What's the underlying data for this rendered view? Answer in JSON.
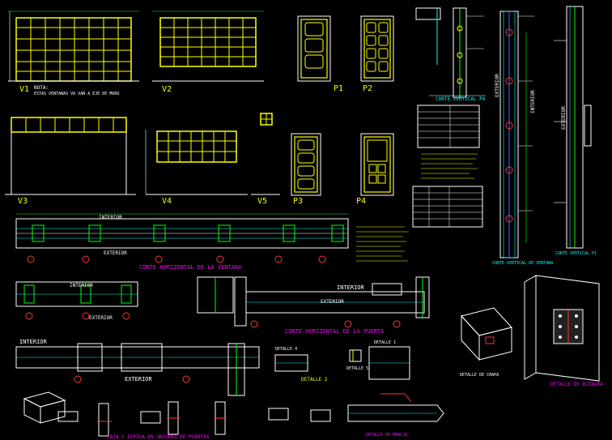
{
  "labels": {
    "v1": "V1",
    "v2": "V2",
    "v3": "V3",
    "v4": "V4",
    "v5": "V5",
    "p1": "P1",
    "p2": "P2",
    "p3": "P3",
    "p4": "P4",
    "nota": "NOTA:",
    "nota_text": "ESTAS VENTANAS VA VAN A EJE DE MURO",
    "interior": "INTERIOR",
    "exterior": "EXTERIOR",
    "corte_horizontal_ventana": "CORTE HORIZONTAL DE LA VENTANA",
    "corte_horizontal_puerta": "CORTE HORIZONTAL DE LA PUERTA",
    "corte_vertical_p4": "CORTE VERTICAL P4",
    "corte_vertical_ventana": "CORTE VERTICAL DE VENTANA",
    "corte_vertical_p1": "CORTE VERTICAL P1",
    "detalle_bisagra": "DETALLE DE BISAGRA",
    "detalle_1": "DETALLE 1",
    "detalle_2": "DETALLE 2",
    "detalle_4": "DETALLE 4",
    "detalle_5": "DETALLE 5",
    "detalle_manija": "DETALLE DE MANIJA",
    "caja_espiga": "CAJA Y ESPIGA EN UNIONES DE PUERTAS",
    "detalle_chapa": "DETALLE DE CHAPA"
  },
  "colors": {
    "background": "#000000",
    "frame": "#ffff00",
    "line": "#ffffff",
    "accent_cyan": "#00ffff",
    "accent_green": "#00ff00",
    "accent_red": "#ff3333",
    "accent_magenta": "#ff00ff",
    "accent_blue": "#4466ff"
  }
}
